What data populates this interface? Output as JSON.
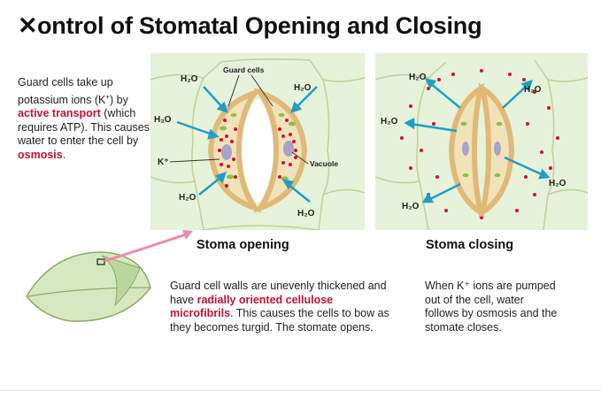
{
  "title": {
    "icon": "close-icon",
    "text": "ontrol of Stomatal Opening and Closing"
  },
  "left_text": {
    "part1": "Guard cells take up potassium ions (K",
    "sup": "+",
    "part2": ") by",
    "highlight1": "active transport",
    "part3": "(which requires ATP). This causes water to enter the cell by",
    "highlight2": "osmosis",
    "end": "."
  },
  "opening": {
    "caption": "Stoma opening",
    "labels": {
      "guard_cells": "Guard cells",
      "vacuole": "Vacuole",
      "k_ion": "K⁺",
      "water": "H₂O"
    },
    "para_part1": "Guard cell walls are unevenly thickened and have",
    "para_highlight": "radially oriented cellulose microfibrils",
    "para_part2": ". This causes the cells to bow as they becomes turgid. The stomate opens."
  },
  "closing": {
    "caption": "Stoma closing",
    "labels": {
      "water": "H₂O"
    },
    "para": "When K⁺ ions are pumped out of the cell, water follows by osmosis and the stomate closes."
  },
  "colors": {
    "panel_bg": "#e6f2d9",
    "cell_border": "#b9d39a",
    "guard_wall": "#e9c98f",
    "guard_fill": "#f2e2b8",
    "dot": "#d0103a",
    "chloroplast": "#8cbf4a",
    "vacuole": "#a9a3c9",
    "arrow": "#1f9ec9",
    "pink_arrow": "#f08aa6"
  }
}
